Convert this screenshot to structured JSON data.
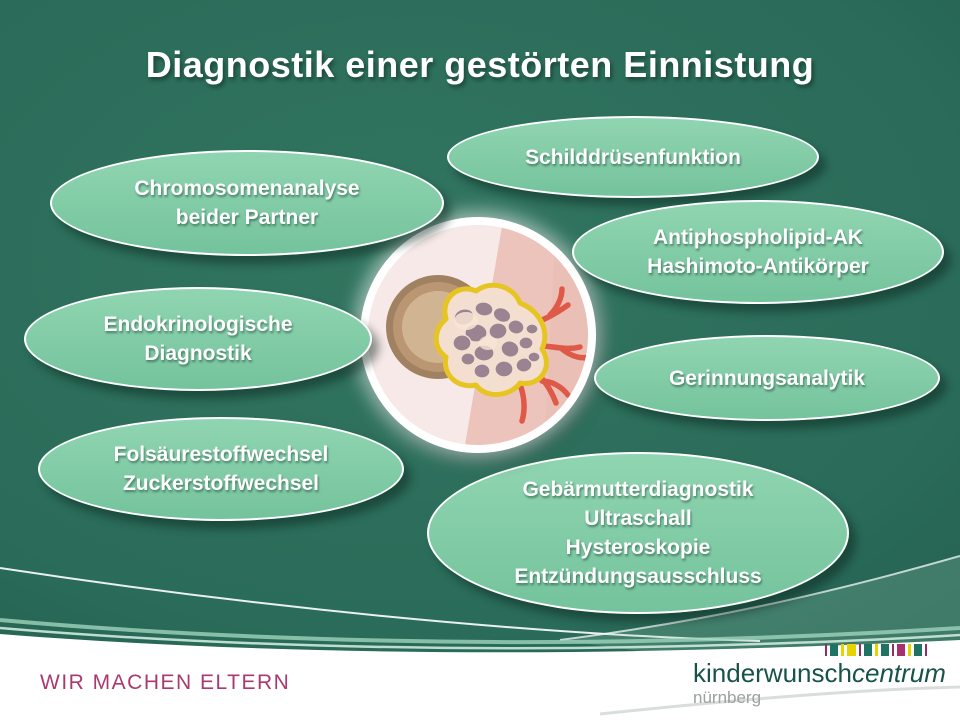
{
  "slide": {
    "title": "Diagnostik einer gestörten Einnistung",
    "center_illustration": "embryo-implantation",
    "bubbles": [
      {
        "name": "schilddruesenfunktion",
        "lines": [
          "Schilddrüsenfunktion"
        ]
      },
      {
        "name": "chromosomenanalyse",
        "lines": [
          "Chromosomenanalyse",
          "beider Partner"
        ]
      },
      {
        "name": "antiphospholipid",
        "lines": [
          "Antiphospholipid-AK",
          "Hashimoto-Antikörper"
        ]
      },
      {
        "name": "endokrinologische-diagnostik",
        "lines": [
          "Endokrinologische",
          "Diagnostik"
        ]
      },
      {
        "name": "gerinnungsanalytik",
        "lines": [
          "Gerinnungsanalytik"
        ]
      },
      {
        "name": "folsaeure-zuckerstoffwechsel",
        "lines": [
          "Folsäurestoffwechsel",
          "Zuckerstoffwechsel"
        ]
      },
      {
        "name": "gebaermutterdiagnostik",
        "lines": [
          "Gebärmutterdiagnostik",
          "Ultraschall",
          "Hysteroskopie",
          "Entzündungsausschluss"
        ]
      }
    ]
  },
  "footer": {
    "tagline": "WIR MACHEN ELTERN",
    "logo": {
      "name_main": "kinderwunsch",
      "name_accent": "centrum",
      "city": "nürnberg",
      "bars": [
        {
          "w": 2,
          "color": "#8f2f63"
        },
        {
          "w": 8,
          "color": "#1e7364"
        },
        {
          "w": 3,
          "color": "#e5d400"
        },
        {
          "w": 9,
          "color": "#e5d400"
        },
        {
          "w": 2,
          "color": "#8f2f63"
        },
        {
          "w": 8,
          "color": "#1e7364"
        },
        {
          "w": 3,
          "color": "#e5d400"
        },
        {
          "w": 8,
          "color": "#1e7364"
        },
        {
          "w": 2,
          "color": "#8f2f63"
        },
        {
          "w": 8,
          "color": "#a8306f"
        },
        {
          "w": 3,
          "color": "#e5d400"
        },
        {
          "w": 8,
          "color": "#1e7364"
        },
        {
          "w": 2,
          "color": "#8f2f63"
        }
      ]
    }
  },
  "colors": {
    "bg-main": "#2a6b59",
    "bg-light": "#31755f",
    "bg-deep": "#21584a",
    "bubble-fill-top": "#90d5b1",
    "bubble-fill-bottom": "#74c39c",
    "bubble-border": "#ffffff",
    "bubble-text": "#ffffff",
    "title-color": "#ffffff",
    "tagline-color": "#a93a71",
    "logo-green": "#17534a",
    "logo-gray": "#9aa19e",
    "curve-light": "#9ed3bc",
    "footer-white": "#ffffff"
  }
}
